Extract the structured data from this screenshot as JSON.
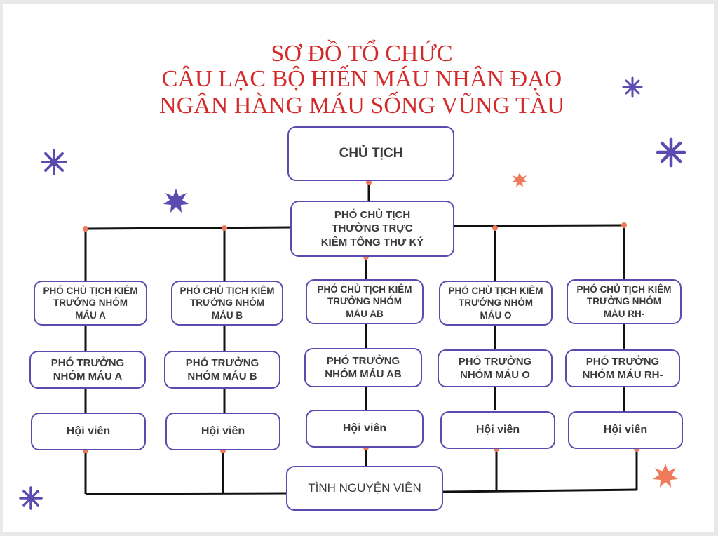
{
  "title": {
    "line1": "SƠ ĐỒ TỔ CHỨC",
    "line2": "CÂU LẠC BỘ HIẾN MÁU NHÂN ĐẠO",
    "line3": "NGÂN HÀNG MÁU SỐNG VŨNG TÀU"
  },
  "chairman": "CHỦ TỊCH",
  "vice_chairman": {
    "line1": "PHÓ CHỦ TỊCH",
    "line2": "THƯỜNG TRỰC",
    "line3": "KIÊM TỔNG THƯ KÝ"
  },
  "groups": [
    {
      "head": {
        "line1": "PHÓ CHỦ TỊCH KIÊM",
        "line2": "TRƯỞNG NHÓM",
        "line3": "MÁU A"
      },
      "deputy": {
        "line1": "PHÓ TRƯỞNG",
        "line2": "NHÓM MÁU A"
      },
      "member": "Hội viên"
    },
    {
      "head": {
        "line1": "PHÓ CHỦ TỊCH KIÊM",
        "line2": "TRƯỞNG NHÓM",
        "line3": "MÁU B"
      },
      "deputy": {
        "line1": "PHÓ TRƯỞNG",
        "line2": "NHÓM MÁU B"
      },
      "member": "Hội viên"
    },
    {
      "head": {
        "line1": "PHÓ CHỦ TỊCH KIÊM",
        "line2": "TRƯỞNG NHÓM",
        "line3": "MÁU AB"
      },
      "deputy": {
        "line1": "PHÓ TRƯỞNG",
        "line2": "NHÓM MÁU AB"
      },
      "member": "Hội viên"
    },
    {
      "head": {
        "line1": "PHÓ CHỦ TỊCH KIÊM",
        "line2": "TRƯỞNG NHÓM",
        "line3": "MÁU O"
      },
      "deputy": {
        "line1": "PHÓ TRƯỞNG",
        "line2": "NHÓM MÁU O"
      },
      "member": "Hội viên"
    },
    {
      "head": {
        "line1": "PHÓ CHỦ TỊCH KIÊM",
        "line2": "TRƯỞNG NHÓM",
        "line3": "MÁU RH-"
      },
      "deputy": {
        "line1": "PHÓ TRƯỞNG",
        "line2": "NHÓM MÁU RH-"
      },
      "member": "Hội viên"
    }
  ],
  "volunteer": "TÌNH NGUYỆN VIÊN",
  "colors": {
    "title": "#d42a2a",
    "box_border": "#5b4bb0",
    "connector": "#111111",
    "node_dot": "#ef7a5a",
    "star_purple": "#5b4bb0",
    "star_orange": "#ef7a5a"
  },
  "decorations": [
    "asterisk-star-icon",
    "burst-star-icon"
  ]
}
